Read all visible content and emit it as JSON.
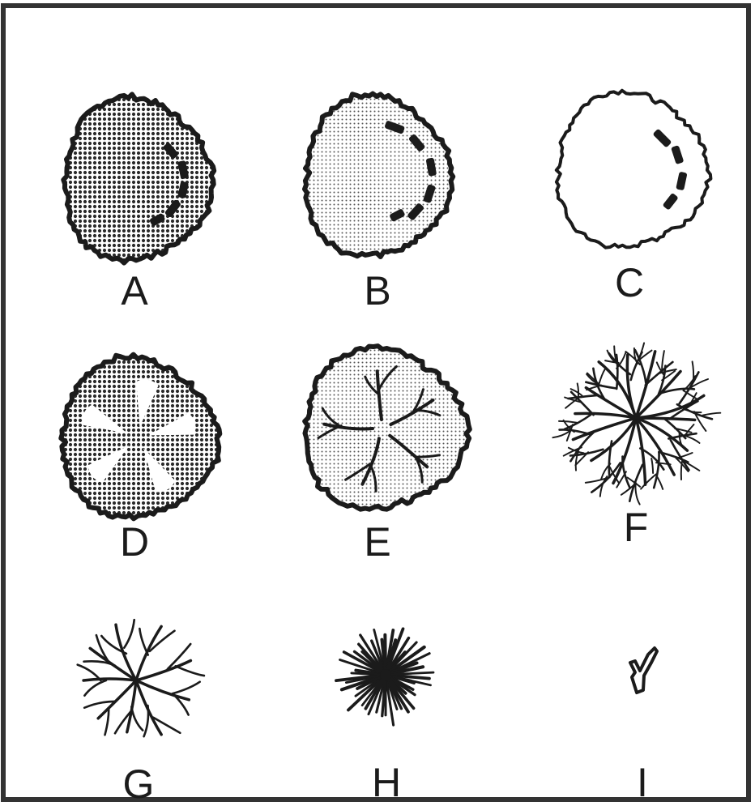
{
  "figure": {
    "panels": [
      {
        "label": "A",
        "style": "dark-stipple canopy with shadow marks"
      },
      {
        "label": "B",
        "style": "light-stipple canopy with shadow marks"
      },
      {
        "label": "C",
        "style": "outline canopy with shadow marks"
      },
      {
        "label": "D",
        "style": "dark-stipple canopy with light wedges"
      },
      {
        "label": "E",
        "style": "light-stipple canopy with branches"
      },
      {
        "label": "F",
        "style": "branching crown"
      },
      {
        "label": "G",
        "style": "open branching crown"
      },
      {
        "label": "H",
        "style": "dense starburst"
      },
      {
        "label": "I",
        "style": "small fork"
      }
    ]
  },
  "colors": {
    "ink": "#1b1b1b",
    "paper": "#ffffff",
    "frame": "#333333",
    "light_fill": "#ececec",
    "dark_fill": "#9a9a9a"
  }
}
